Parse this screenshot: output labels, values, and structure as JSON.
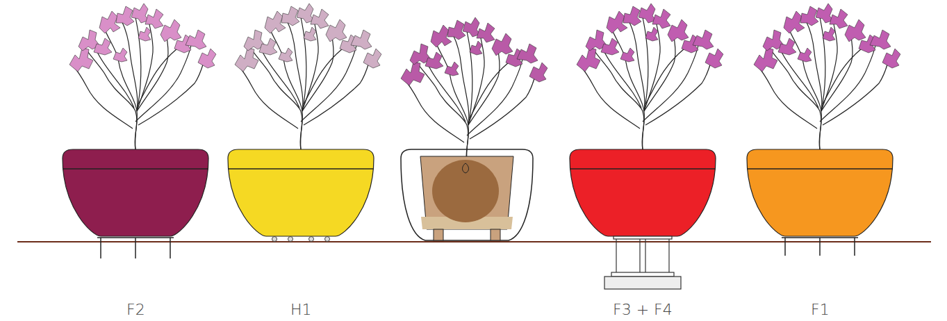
{
  "diagram": {
    "labels": [
      "F2",
      "H1",
      "F3 + F4",
      "F1"
    ]
  }
}
